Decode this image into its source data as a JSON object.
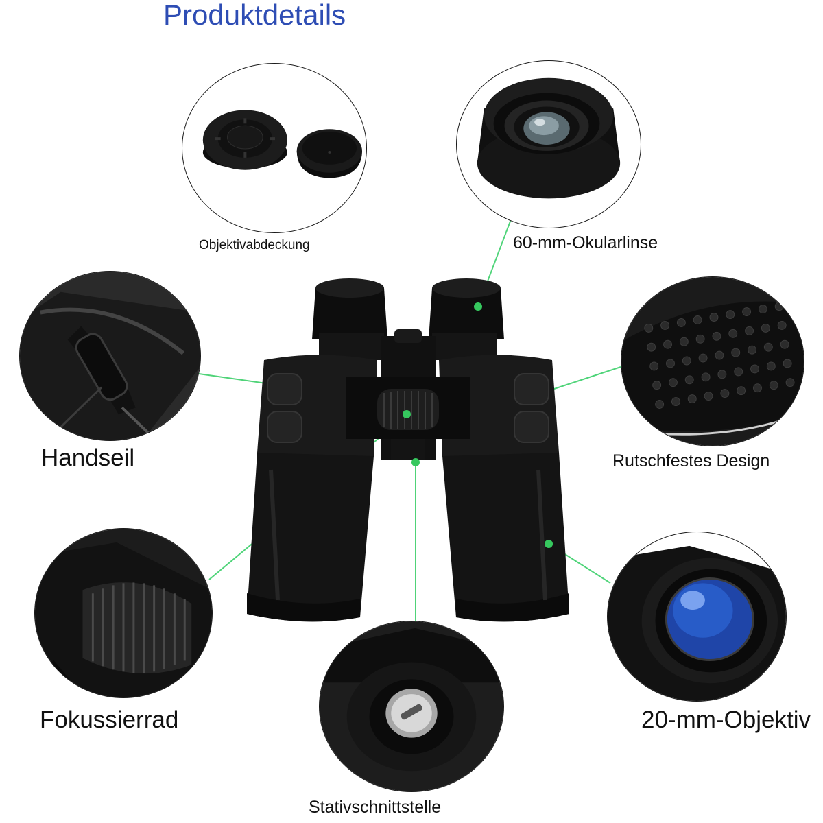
{
  "title": "Produktdetails",
  "labels": {
    "lens_cap": "Objektivabdeckung",
    "eyepiece": "60-mm-Okularlinse",
    "strap": "Handseil",
    "grip": "Rutschfestes Design",
    "focus": "Fokussierrad",
    "objective": "20-mm-Objektiv",
    "tripod": "Stativschnittstelle"
  },
  "colors": {
    "title": "#2e4db4",
    "callout_line": "#3ccf6a",
    "callout_dot": "#36c85e",
    "lens_blue": "#1f45a8"
  },
  "icons": [
    "lens-cap-icon",
    "eyepiece-icon",
    "strap-icon",
    "grip-texture-icon",
    "focus-wheel-icon",
    "objective-lens-icon",
    "tripod-mount-icon",
    "binoculars-icon"
  ]
}
